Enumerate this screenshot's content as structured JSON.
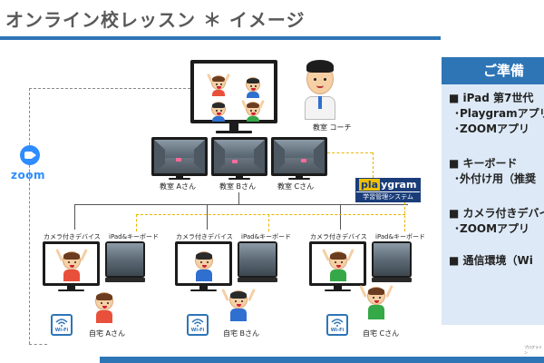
{
  "title": "オンライン校レッスン ＊ イメージ",
  "coach_label": "教室 コーチ",
  "classrooms": [
    {
      "label": "教室 Aさん"
    },
    {
      "label": "教室 Bさん"
    },
    {
      "label": "教室 Cさん"
    }
  ],
  "zoom_label": "zoom",
  "playgram": {
    "logo_a": "pla",
    "logo_b": "ygram",
    "subtitle": "学習管理システム"
  },
  "homes": [
    {
      "camera_label": "カメラ付きデバイス",
      "ipad_label": "iPad&キーボード",
      "home_label": "自宅 Aさん"
    },
    {
      "camera_label": "カメラ付きデバイス",
      "ipad_label": "iPad&キーボード",
      "home_label": "自宅 Bさん"
    },
    {
      "camera_label": "カメラ付きデバイス",
      "ipad_label": "iPad&キーボード",
      "home_label": "自宅 Cさん"
    }
  ],
  "wifi_label": "Wi-Fi",
  "panel": {
    "header": "ご準備",
    "items": [
      {
        "head": "■  iPad  第7世代",
        "subs": [
          "･Playgramアプリ",
          "･ZOOMアプリ"
        ]
      },
      {
        "head": "■  キーボード",
        "subs": [
          "･外付け用（推奨"
        ]
      },
      {
        "head": "■  カメラ付きデバイス",
        "subs": [
          "･ZOOMアプリ"
        ]
      },
      {
        "head": "■  通信環境（Wi"
      }
    ]
  },
  "footer_note": "プログラミン"
}
